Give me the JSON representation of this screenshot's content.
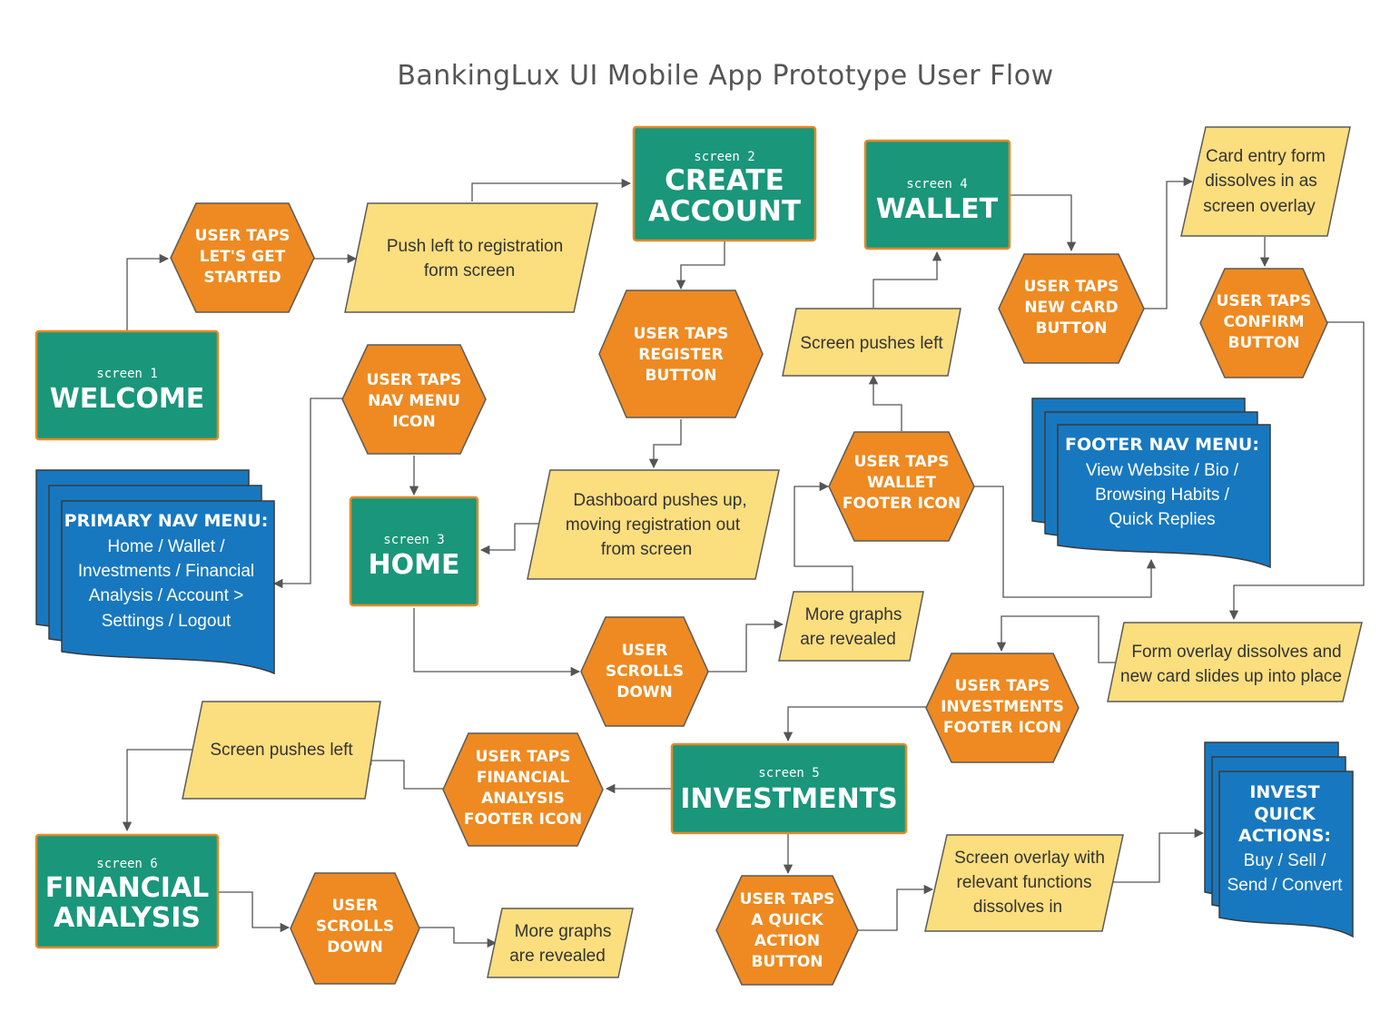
{
  "title": "BankingLux UI Mobile App Prototype User Flow",
  "colors": {
    "screen": "#1a967a",
    "screen_border": "#e48a26",
    "action": "#ee8a21",
    "transition": "#fbde7e",
    "menu": "#1778c0",
    "line": "#555555"
  },
  "screens": {
    "s1": {
      "tag": "screen 1",
      "name": [
        "WELCOME"
      ]
    },
    "s2": {
      "tag": "screen 2",
      "name": [
        "CREATE",
        "ACCOUNT"
      ]
    },
    "s3": {
      "tag": "screen 3",
      "name": [
        "HOME"
      ]
    },
    "s4": {
      "tag": "screen 4",
      "name": [
        "WALLET"
      ]
    },
    "s5": {
      "tag": "screen 5",
      "name": [
        "INVESTMENTS"
      ]
    },
    "s6": {
      "tag": "screen 6",
      "name": [
        "FINANCIAL",
        "ANALYSIS"
      ]
    }
  },
  "actions": {
    "a1": [
      "USER TAPS",
      "LET'S GET",
      "STARTED"
    ],
    "a2": [
      "USER TAPS",
      "REGISTER",
      "BUTTON"
    ],
    "a3": [
      "USER TAPS",
      "NAV MENU",
      "ICON"
    ],
    "a4": [
      "USER",
      "SCROLLS",
      "DOWN"
    ],
    "a5": [
      "USER TAPS",
      "WALLET",
      "FOOTER ICON"
    ],
    "a6": [
      "USER TAPS",
      "NEW CARD",
      "BUTTON"
    ],
    "a7": [
      "USER TAPS",
      "CONFIRM",
      "BUTTON"
    ],
    "a8": [
      "USER TAPS",
      "INVESTMENTS",
      "FOOTER ICON"
    ],
    "a9": [
      "USER TAPS",
      "FINANCIAL",
      "ANALYSIS",
      "FOOTER ICON"
    ],
    "a10": [
      "USER TAPS",
      "A QUICK",
      "ACTION",
      "BUTTON"
    ],
    "a11": [
      "USER",
      "SCROLLS",
      "DOWN"
    ]
  },
  "transitions": {
    "t1": [
      "Push left to registration",
      "form screen"
    ],
    "t2": [
      "Dashboard pushes up,",
      "moving registration out",
      "from screen"
    ],
    "t3": [
      "More graphs",
      "are revealed"
    ],
    "t4": [
      "Screen pushes left"
    ],
    "t5": [
      "Card entry form",
      "dissolves in as",
      "screen overlay"
    ],
    "t6": [
      "Form overlay dissolves and",
      "new card slides up into place"
    ],
    "t7": [
      "Screen pushes left"
    ],
    "t8": [
      "Screen overlay with",
      "relevant functions",
      "dissolves in"
    ],
    "t9": [
      "More graphs",
      "are revealed"
    ]
  },
  "menus": {
    "m1": {
      "heading": "PRIMARY NAV MENU:",
      "lines": [
        "Home / Wallet /",
        "Investments / Financial",
        "Analysis / Account >",
        "Settings / Logout"
      ]
    },
    "m2": {
      "heading": "FOOTER NAV MENU:",
      "lines": [
        "View Website / Bio /",
        "Browsing Habits /",
        "Quick Replies"
      ]
    },
    "m3": {
      "heading": [
        "INVEST",
        "QUICK",
        "ACTIONS:"
      ],
      "lines": [
        "Buy / Sell /",
        "Send / Convert"
      ]
    }
  }
}
